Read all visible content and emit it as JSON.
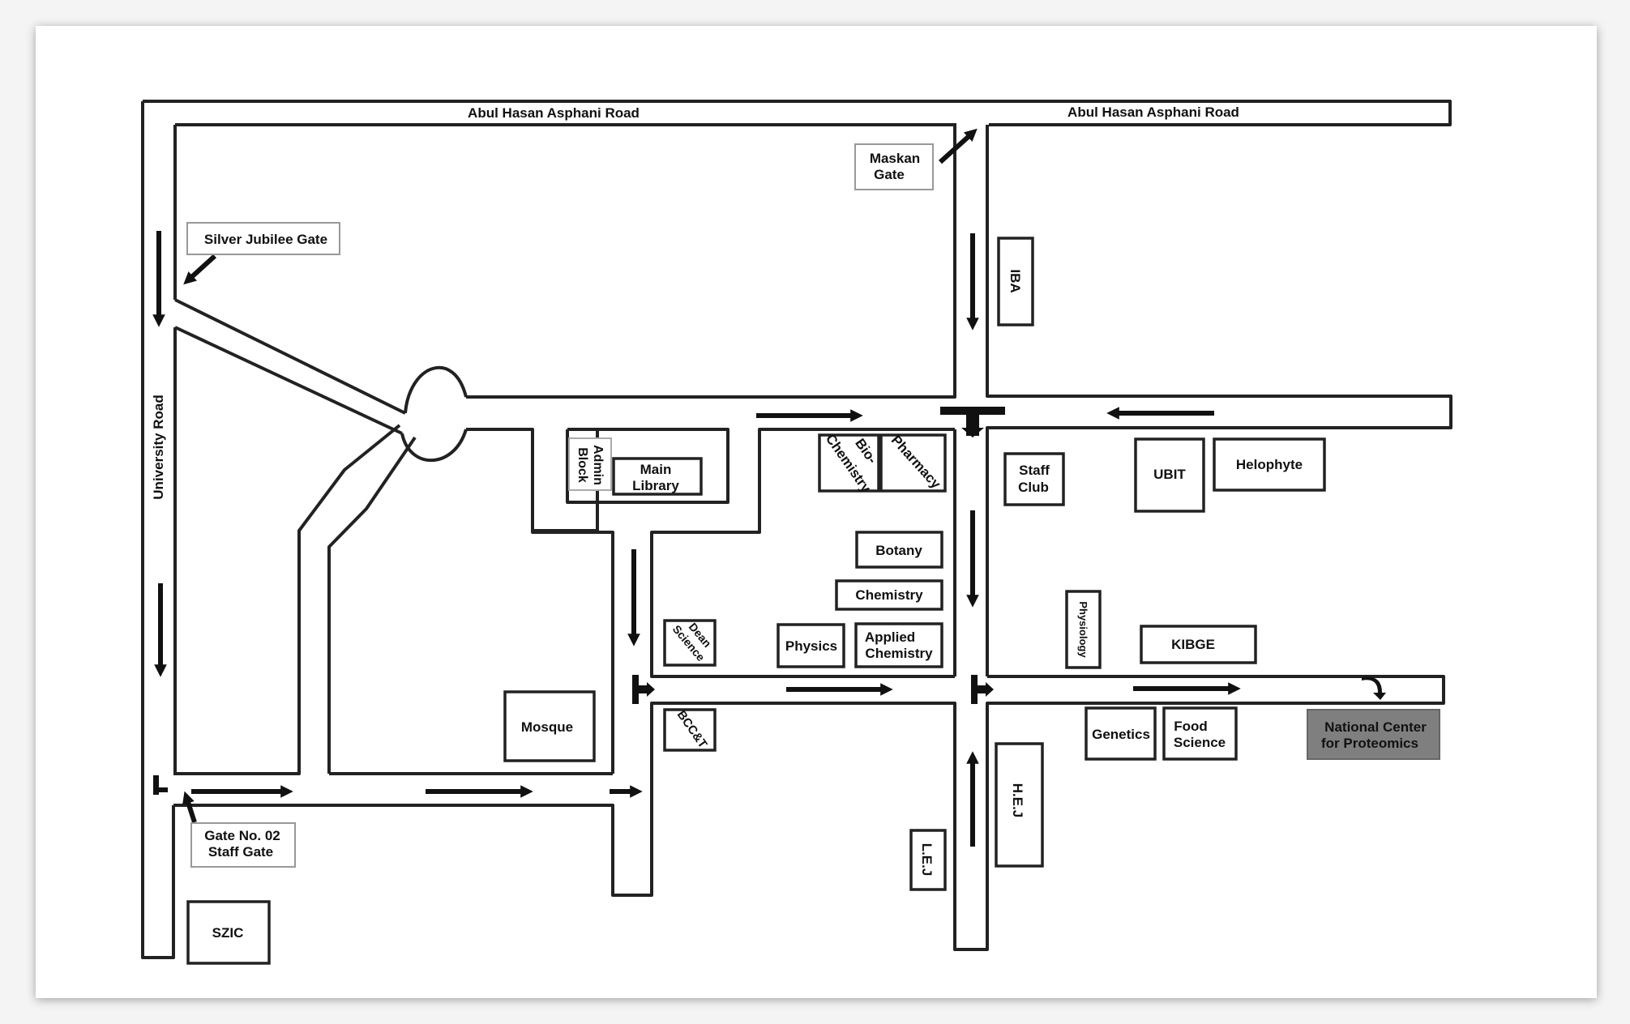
{
  "roads": {
    "top_left": "Abul Hasan Asphani Road",
    "top_right": "Abul Hasan Asphani Road",
    "left": "University Road"
  },
  "gates": {
    "silver_jubilee": "Silver Jubilee Gate",
    "maskan": [
      "Maskan",
      "Gate"
    ],
    "staff": [
      "Gate No. 02",
      "Staff Gate"
    ]
  },
  "buildings": {
    "iba": "IBA",
    "admin": [
      "Admin",
      "Block"
    ],
    "library": [
      "Main",
      "Library"
    ],
    "biochem": [
      "Bio-",
      "Chemistry"
    ],
    "pharmacy": "Pharmacy",
    "staff_club": [
      "Staff",
      "Club"
    ],
    "ubit": "UBIT",
    "helophyte": "Helophyte",
    "botany": "Botany",
    "chemistry": "Chemistry",
    "physiology": "Physiology",
    "kibge": "KIBGE",
    "dean": [
      "Dean",
      "Science"
    ],
    "physics": "Physics",
    "applied_chem": [
      "Applied",
      "Chemistry"
    ],
    "mosque": "Mosque",
    "bcct": "BCC&T",
    "genetics": "Genetics",
    "food_science": [
      "Food",
      "Science"
    ],
    "ncp": [
      "National Center",
      "for Proteomics"
    ],
    "hej": "H.E.J",
    "lej": "L.E.J",
    "szic": "SZIC"
  },
  "colors": {
    "highlight": "#7f7f7f",
    "road_stroke": "#222222",
    "background": "#ffffff"
  }
}
